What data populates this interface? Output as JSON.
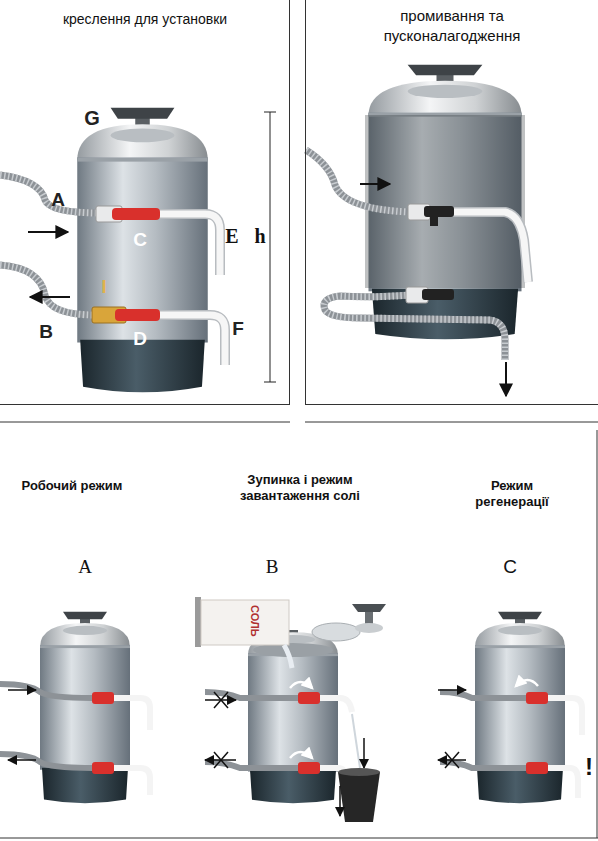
{
  "diagram": {
    "nodes": [
      {
        "text": [
          "креслення для установки"
        ]
      },
      {
        "text": [
          "промивання та пусконалагодження"
        ]
      }
    ],
    "labels": [
      "G",
      "A",
      "C",
      "E",
      "h",
      "I",
      "B",
      "D",
      "F",
      "Робочий режим",
      "A",
      "Зупинка і режим завантаження солі",
      "B",
      "Режим регенерації",
      "C",
      "СОЛЬ",
      "!"
    ]
  }
}
